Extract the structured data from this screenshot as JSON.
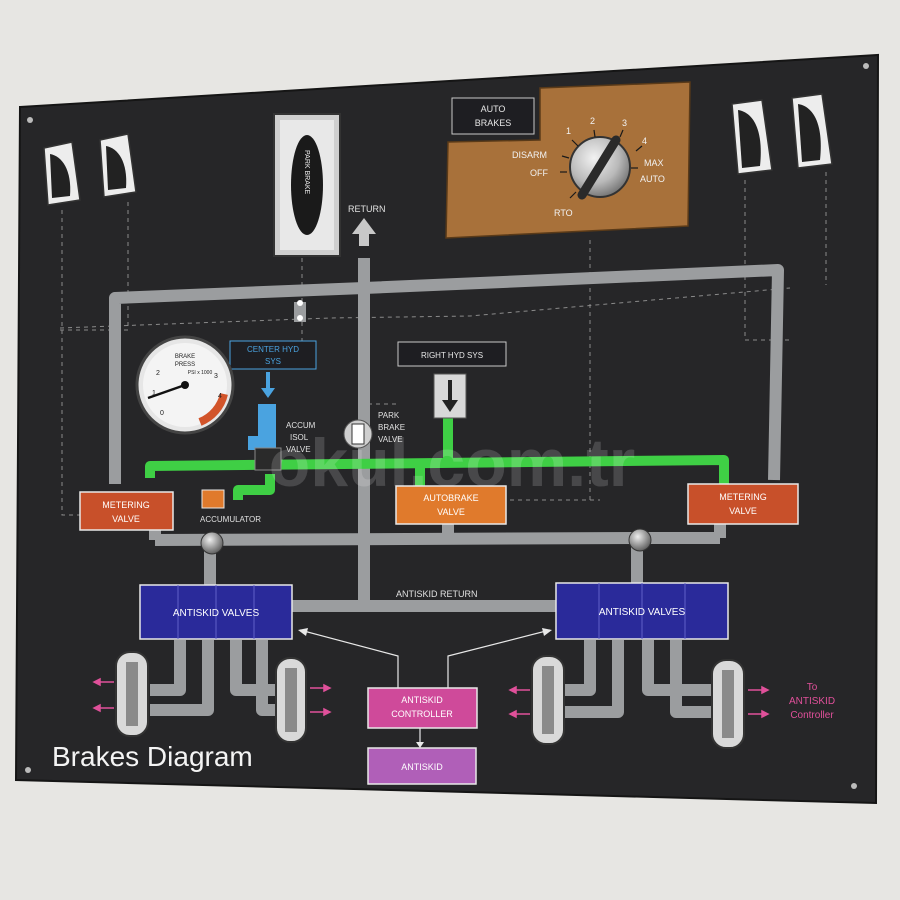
{
  "title": "Brakes Diagram",
  "autobrakes_panel": {
    "title_line1": "AUTO",
    "title_line2": "BRAKES",
    "positions": {
      "p1": "1",
      "p2": "2",
      "p3": "3",
      "p4": "4",
      "disarm": "DISARM",
      "off": "OFF",
      "rto": "RTO",
      "max": "MAX",
      "auto": "AUTO"
    }
  },
  "park_brake_switch": "PARK BRAKE",
  "return_label": "RETURN",
  "center_hyd": {
    "line1": "CENTER HYD",
    "line2": "SYS"
  },
  "right_hyd": "RIGHT HYD SYS",
  "gauge": {
    "line1": "BRAKE",
    "line2": "PRESS",
    "line3": "PSI x 1000",
    "ticks": [
      "0",
      "1",
      "2",
      "3",
      "4"
    ]
  },
  "accum_isol_valve": {
    "line1": "ACCUM",
    "line2": "ISOL",
    "line3": "VALVE"
  },
  "park_brake_valve": {
    "line1": "PARK",
    "line2": "BRAKE",
    "line3": "VALVE"
  },
  "metering_valve_left": {
    "line1": "METERING",
    "line2": "VALVE"
  },
  "metering_valve_right": {
    "line1": "METERING",
    "line2": "VALVE"
  },
  "autobrake_valve": {
    "line1": "AUTOBRAKE",
    "line2": "VALVE"
  },
  "accumulator": "ACCUMULATOR",
  "antiskid_return": "ANTISKID RETURN",
  "antiskid_valves_left": "ANTISKID VALVES",
  "antiskid_valves_right": "ANTISKID VALVES",
  "antiskid_controller": {
    "line1": "ANTISKID",
    "line2": "CONTROLLER"
  },
  "antiskid": "ANTISKID",
  "to_antiskid_controller": {
    "line1": "To",
    "line2": "ANTISKID",
    "line3": "Controller"
  },
  "watermark": "okul.com.tr",
  "colors": {
    "board": "#262628",
    "pipe_gray": "#9b9d9f",
    "pipe_green": "#3fcf45",
    "center_blue": "#4aa3e0",
    "valve_red": "#c8502a",
    "valve_orange": "#e07a2c",
    "antiskid_blue": "#2a2a9a",
    "controller_pink": "#cf4a9a",
    "antiskid_purple": "#b05fb8",
    "autobrakes_brown": "#a8713a",
    "arrow_pink": "#e0509a"
  }
}
